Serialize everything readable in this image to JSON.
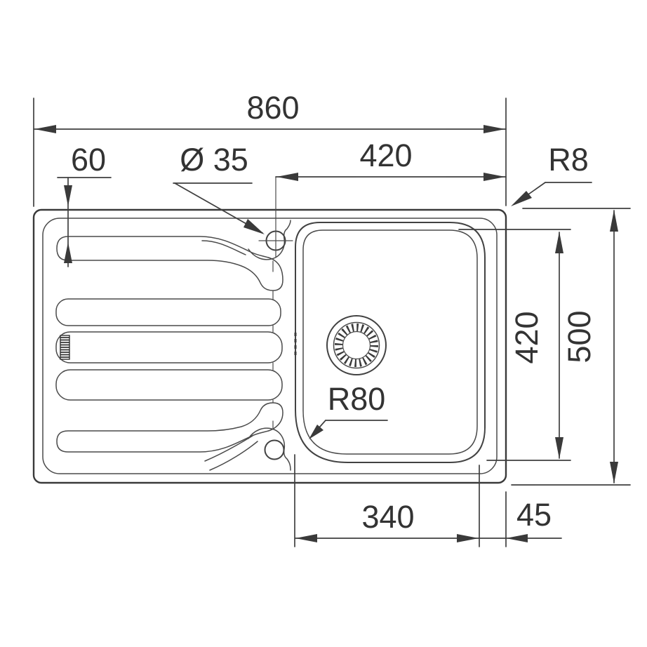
{
  "drawing": {
    "dimensions": {
      "overall_width": "860",
      "bowl_top_width": "420",
      "rim_offset": "60",
      "tap_hole_diameter": "Ø 35",
      "corner_radius": "R8",
      "bowl_depth": "420",
      "overall_depth": "500",
      "bowl_corner_radius": "R80",
      "bowl_bottom_width": "340",
      "bowl_edge_gap": "45"
    },
    "colors": {
      "line": "#424242",
      "text": "#333333",
      "background": "#ffffff"
    }
  }
}
